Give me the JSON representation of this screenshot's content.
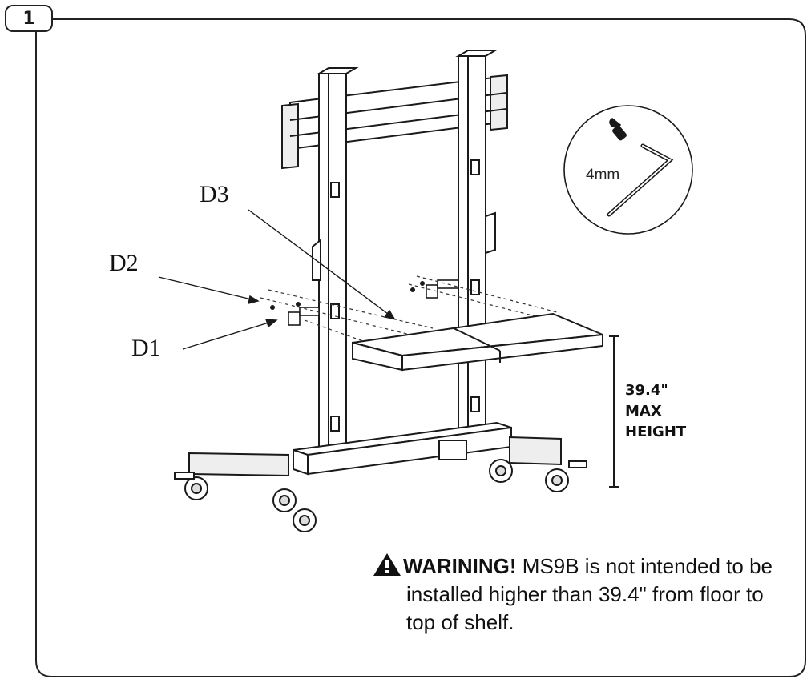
{
  "step": {
    "number": "1"
  },
  "callouts": {
    "d1": "D1",
    "d2": "D2",
    "d3": "D3"
  },
  "tool": {
    "size_label": "4mm"
  },
  "height_label": {
    "line1": "39.4\"",
    "line2": "MAX",
    "line3": "HEIGHT"
  },
  "warning": {
    "title": "WARINING!",
    "line1": "MS9B is not intended to be",
    "line2": "installed higher than 39.4\" from floor to",
    "line3": "top of shelf."
  },
  "colors": {
    "line": "#1a1a1a",
    "frame": "#222222",
    "shade": "#d8d8d8"
  }
}
